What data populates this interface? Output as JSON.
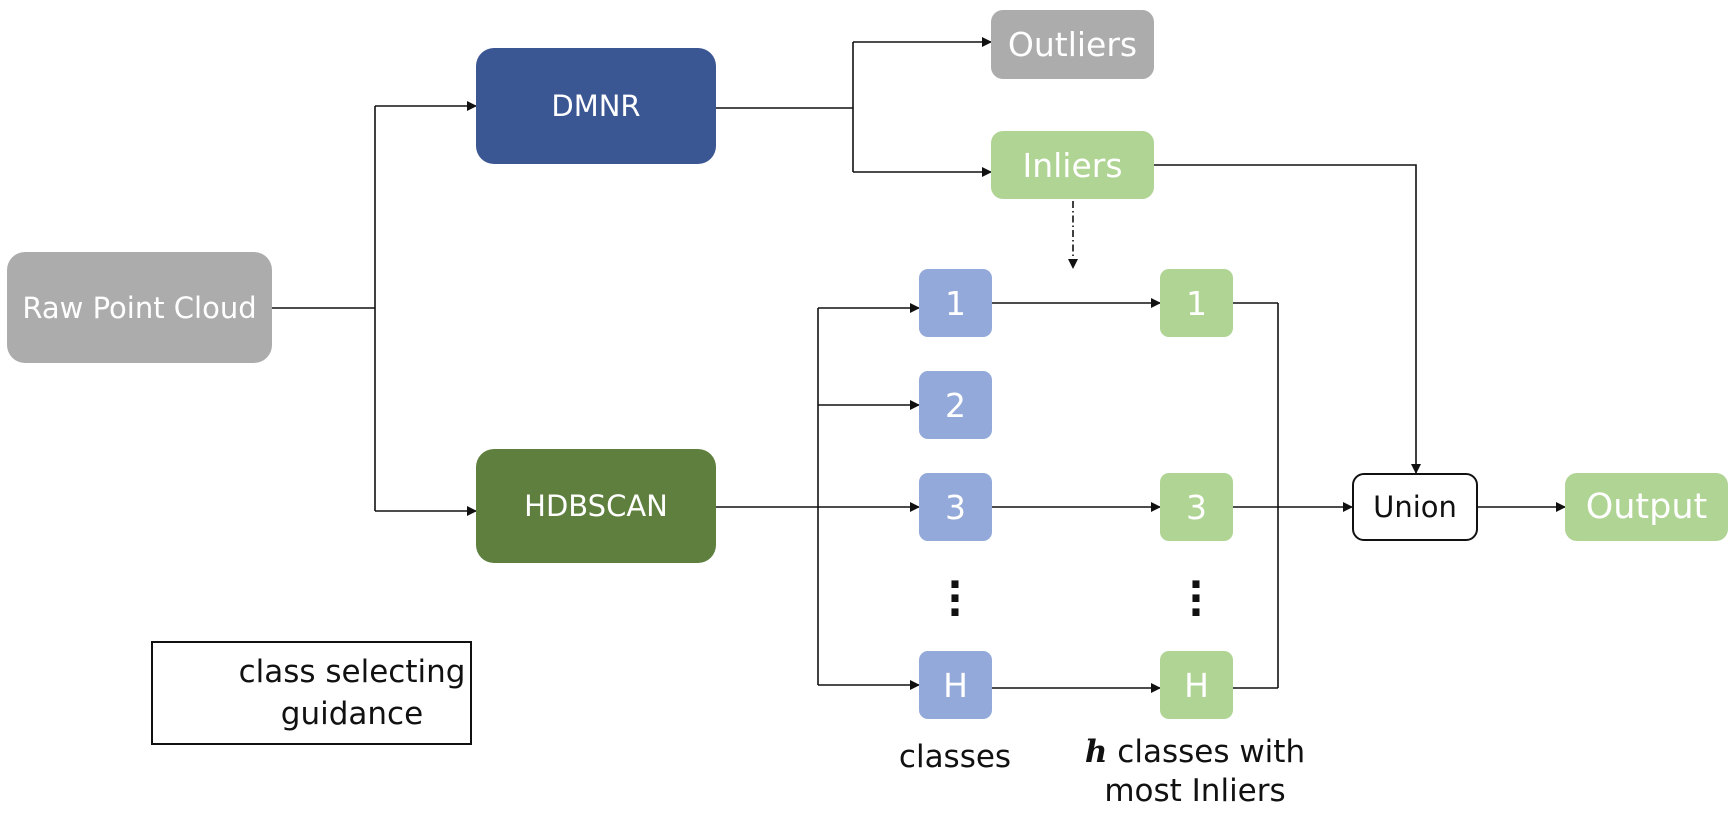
{
  "colors": {
    "gray": "#acacac",
    "dmnr": "#3a5693",
    "hdbscan": "#5e7f3e",
    "light_green": "#afd494",
    "light_blue": "#93a9d9",
    "line": "#111111"
  },
  "nodes": {
    "raw": "Raw Point Cloud",
    "dmnr": "DMNR",
    "hdbscan": "HDBSCAN",
    "outliers": "Outliers",
    "inliers": "Inliers",
    "union": "Union",
    "output": "Output"
  },
  "classes": [
    "1",
    "2",
    "3",
    "H"
  ],
  "selected": [
    "1",
    "3",
    "H"
  ],
  "captions": {
    "classes": "classes",
    "selected_var": "h",
    "selected_rest": " classes with",
    "selected_line2": "most Inliers"
  },
  "legend": {
    "line1": "class selecting",
    "line2": "guidance"
  }
}
